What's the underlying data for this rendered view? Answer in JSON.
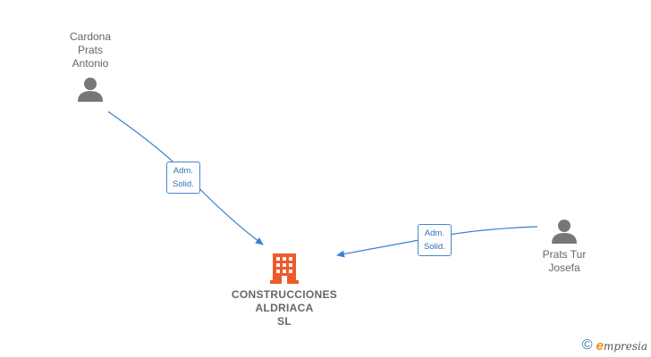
{
  "people": [
    {
      "id": "cardona",
      "name": "Cardona\nPrats\nAntonio"
    },
    {
      "id": "prats",
      "name": "Prats Tur\nJosefa"
    }
  ],
  "relations": [
    {
      "from": "cardona",
      "label": "Adm.\nSolid."
    },
    {
      "from": "prats",
      "label": "Adm.\nSolid."
    }
  ],
  "company": {
    "name": "CONSTRUCCIONES\nALDRIACA\nSL"
  },
  "brand": {
    "copyright_symbol": "©",
    "logo_initial": "e",
    "logo_rest": "mpresia"
  },
  "colors": {
    "edge": "#3b7fd0",
    "company_icon": "#ef5a2a",
    "person_icon": "#777777"
  }
}
